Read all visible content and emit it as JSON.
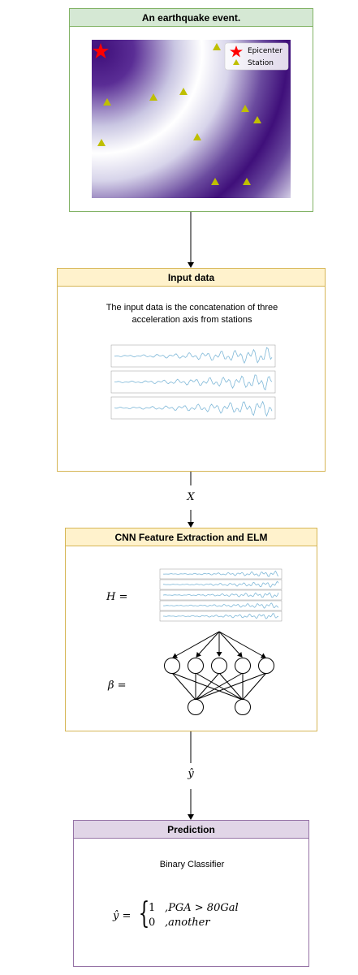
{
  "nodes": {
    "event": {
      "title": "An earthquake event.",
      "legend": {
        "epicenter": "Epicenter",
        "station": "Station"
      }
    },
    "input": {
      "title": "Input data",
      "description_line1": "The input data is the concatenation of three",
      "description_line2": "acceleration axis from stations"
    },
    "cnn": {
      "title": "CNN Feature Extraction and ELM",
      "h_label": "H =",
      "beta_label": "β ="
    },
    "prediction": {
      "title": "Prediction",
      "subtitle": "Binary Classifier",
      "yhat_label": "ŷ =",
      "case1_value": "1",
      "case1_condition": ",PGA > 80Gal",
      "case2_value": "0",
      "case2_condition": ",another"
    }
  },
  "edges": {
    "input_to_cnn_label": "X",
    "cnn_to_prediction_label": "ŷ"
  },
  "colors": {
    "green_fill": "#d5e8d4",
    "green_stroke": "#82b366",
    "yellow_fill": "#fff2cc",
    "yellow_stroke": "#d6b656",
    "purple_fill": "#e1d5e7",
    "purple_stroke": "#9673a6",
    "map_dark": "#3f0f7a",
    "station": "#bfbf00",
    "epicenter": "#ff0000",
    "signal": "#7fb8d8"
  }
}
